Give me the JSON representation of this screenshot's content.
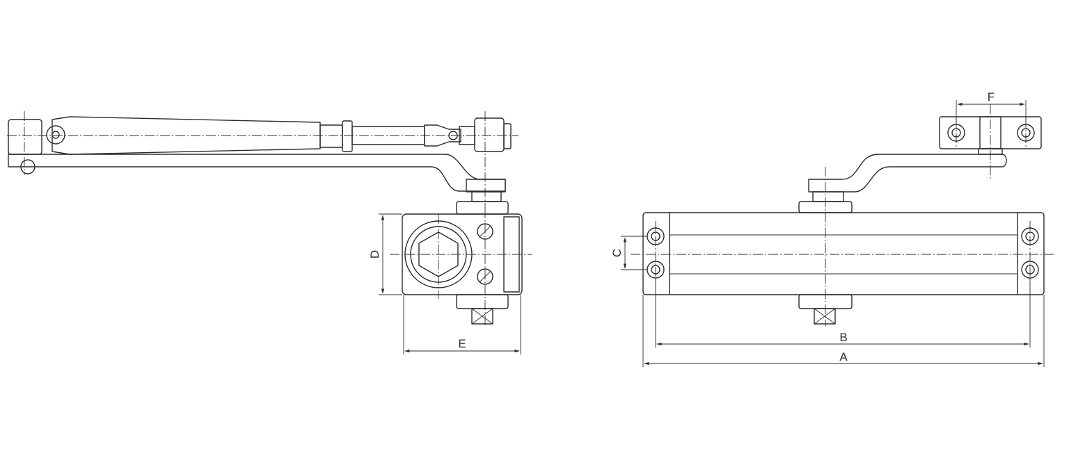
{
  "labels": {
    "A": "A",
    "B": "B",
    "C": "C",
    "D": "D",
    "E": "E",
    "F": "F"
  },
  "icons": {
    "side_view": "door-closer-side-view",
    "front_view": "door-closer-front-view"
  },
  "colors": {
    "line": "#2b2b2b",
    "background": "#ffffff"
  }
}
